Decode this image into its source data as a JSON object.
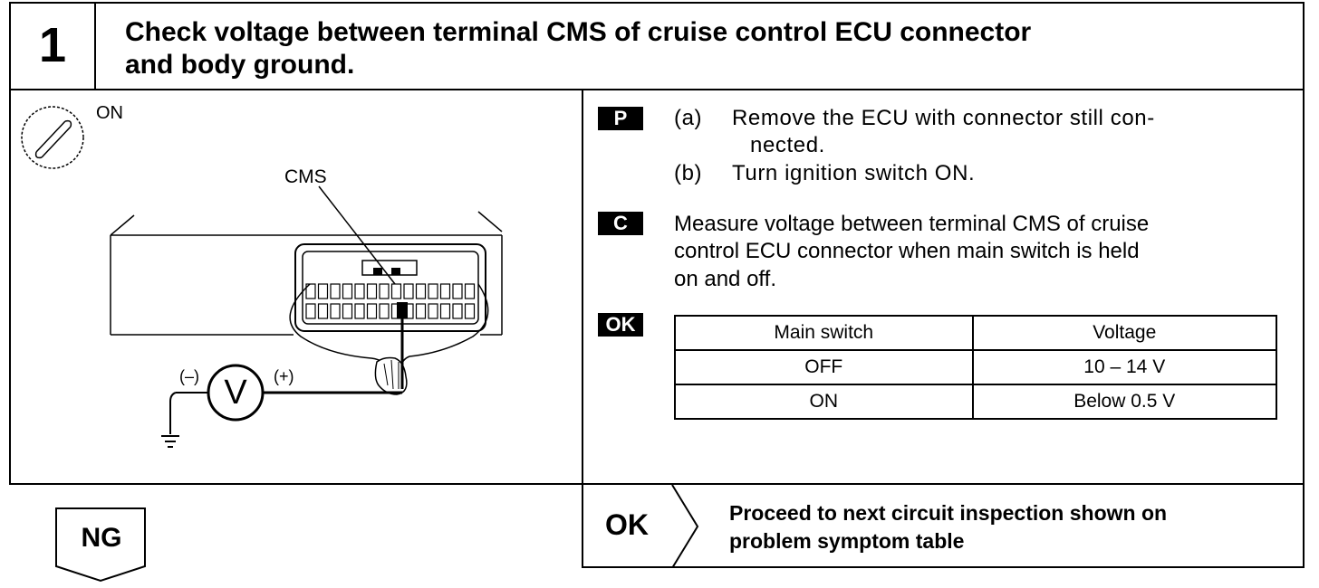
{
  "step": {
    "number": "1",
    "title_line1": "Check voltage between terminal CMS of cruise control ECU connector",
    "title_line2": "and body ground."
  },
  "diagram": {
    "ignition_label": "ON",
    "terminal_label": "CMS",
    "meter_symbol": "V",
    "neg_label": "(–)",
    "pos_label": "(+)"
  },
  "instructions": {
    "prep_badge": "P",
    "check_badge": "C",
    "ok_badge": "OK",
    "item_a_marker": "(a)",
    "item_a_line1": "Remove the ECU with connector still con-",
    "item_a_line2": "nected.",
    "item_b_marker": "(b)",
    "item_b_text": "Turn ignition switch ON.",
    "check_line1": "Measure voltage between terminal CMS of cruise",
    "check_line2": "control ECU connector when main switch is held",
    "check_line3": "on and off."
  },
  "spec_table": {
    "headers": [
      "Main switch",
      "Voltage"
    ],
    "rows": [
      [
        "OFF",
        "10 – 14 V"
      ],
      [
        "ON",
        "Below 0.5 V"
      ]
    ]
  },
  "results": {
    "ng_label": "NG",
    "ok_label": "OK",
    "ok_line1": "Proceed to next circuit inspection shown on",
    "ok_line2": "problem symptom table"
  }
}
